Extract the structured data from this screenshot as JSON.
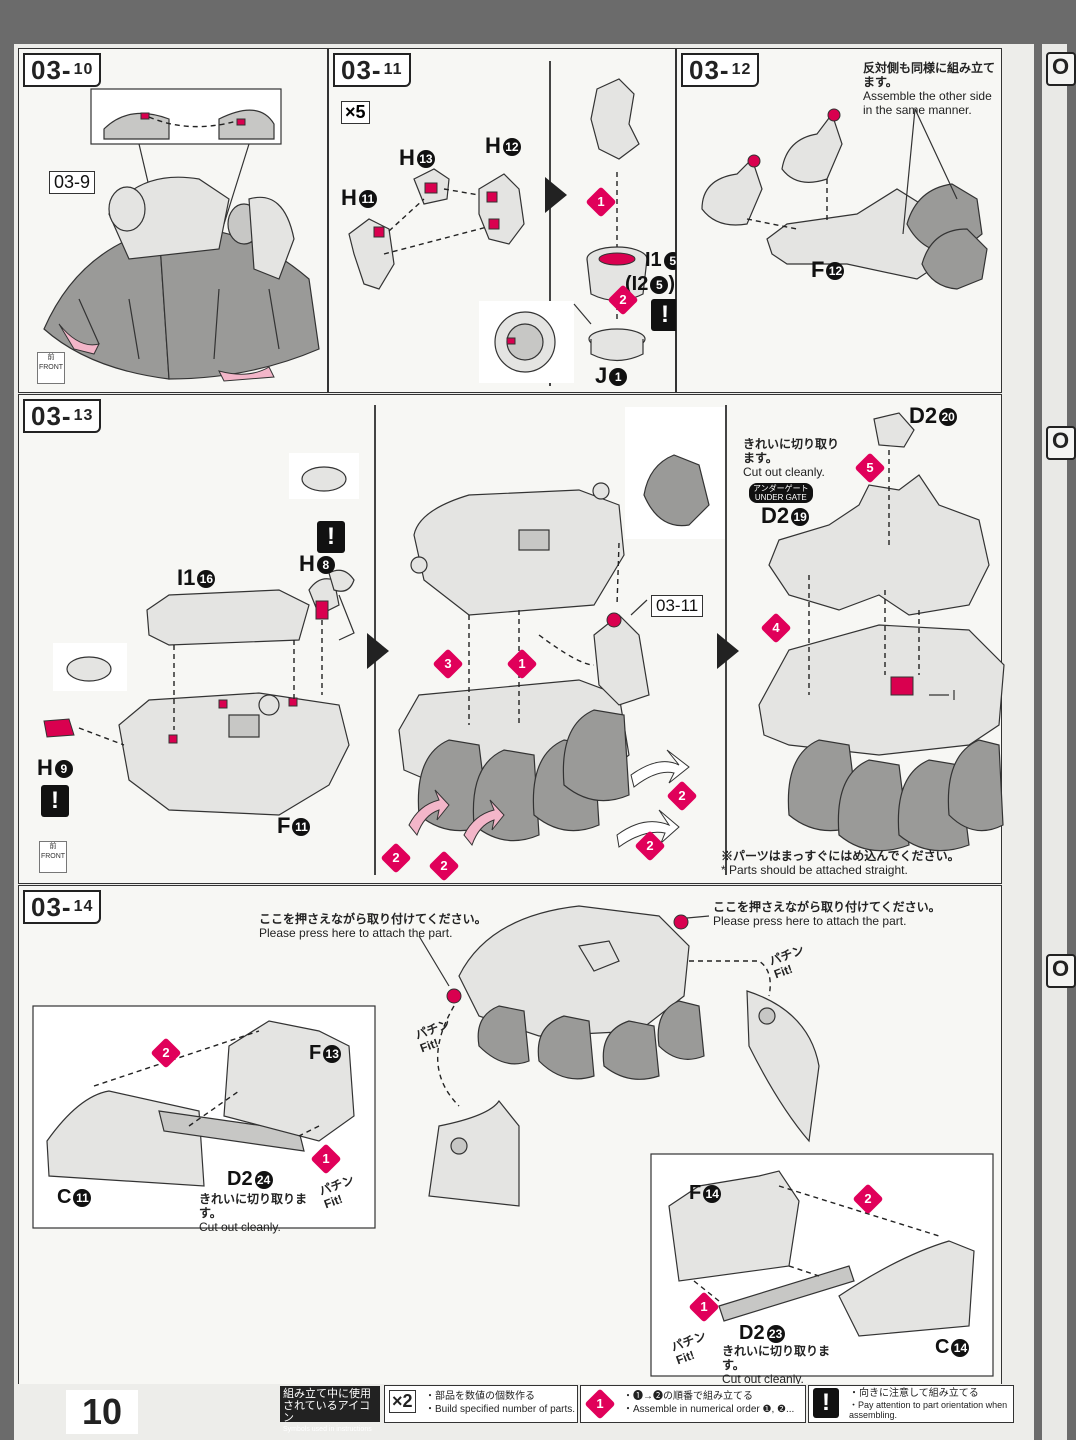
{
  "steps": {
    "s10": {
      "label": "03",
      "sub": "10",
      "ref": "03-9",
      "front_icon": "FRONT"
    },
    "s11": {
      "label": "03",
      "sub": "11",
      "multiplier": "×5",
      "parts": {
        "h11": "H",
        "h11n": "11",
        "h13": "H",
        "h13n": "13",
        "h12": "H",
        "h12n": "12",
        "i1": "I1",
        "i1n": "5",
        "i2": "(I2",
        "i2n": "5",
        "i2close": ")",
        "j": "J",
        "jn": "1"
      },
      "step1": "1",
      "step2": "2"
    },
    "s12": {
      "label": "03",
      "sub": "12",
      "note_jp": "反対側も同様に組み立てます。",
      "note_en": "Assemble the other side in the same manner.",
      "part_f": "F",
      "part_fn": "12"
    },
    "s13": {
      "label": "03",
      "sub": "13",
      "parts": {
        "i1": "I1",
        "i1n": "16",
        "h8": "H",
        "h8n": "8",
        "h9": "H",
        "h9n": "9",
        "f11": "F",
        "f11n": "11",
        "d2a": "D2",
        "d2an": "20",
        "d2b": "D2",
        "d2bn": "19"
      },
      "ref": "03-11",
      "cut_jp": "きれいに切り取ります。",
      "cut_en": "Cut out cleanly.",
      "undergate_jp": "アンダーゲート",
      "undergate_en": "UNDER GATE",
      "straight_jp": "※パーツはまっすぐにはめ込んでください。",
      "straight_en": "* Parts should be attached straight.",
      "front_icon": "FRONT",
      "steps": [
        "1",
        "2",
        "3",
        "4",
        "5"
      ]
    },
    "s14": {
      "label": "03",
      "sub": "14",
      "press_jp": "ここを押さえながら取り付けてください。",
      "press_en": "Please press here to attach the part.",
      "fit_jp": "パチン",
      "fit_en": "Fit!",
      "parts": {
        "f13": "F",
        "f13n": "13",
        "c11": "C",
        "c11n": "11",
        "d2a": "D2",
        "d2an": "24",
        "f14": "F",
        "f14n": "14",
        "d2b": "D2",
        "d2bn": "23",
        "c14": "C",
        "c14n": "14"
      },
      "cut_jp": "きれいに切り取ります。",
      "cut_en": "Cut out cleanly."
    }
  },
  "footer": {
    "page_number": "10",
    "legend_title_jp": "組み立て中に使用されているアイコン",
    "legend_title_en": "Symbols used in instructions",
    "x2": "×2",
    "x2_jp": "・部品を数値の個数作る",
    "x2_en": "・Build specified number of parts.",
    "order_jp": "・❶→❷の順番で組み立てる",
    "order_en": "・Assemble in numerical order ❶, ❷...",
    "warn_jp": "・向きに注意して組み立てる",
    "warn_en": "・Pay attention to part orientation when assembling."
  },
  "right_page_tabs": [
    "O",
    "O",
    "O"
  ],
  "colors": {
    "accent": "#e0005a",
    "paper": "#f7f7f4",
    "background": "#6b6b6b"
  }
}
